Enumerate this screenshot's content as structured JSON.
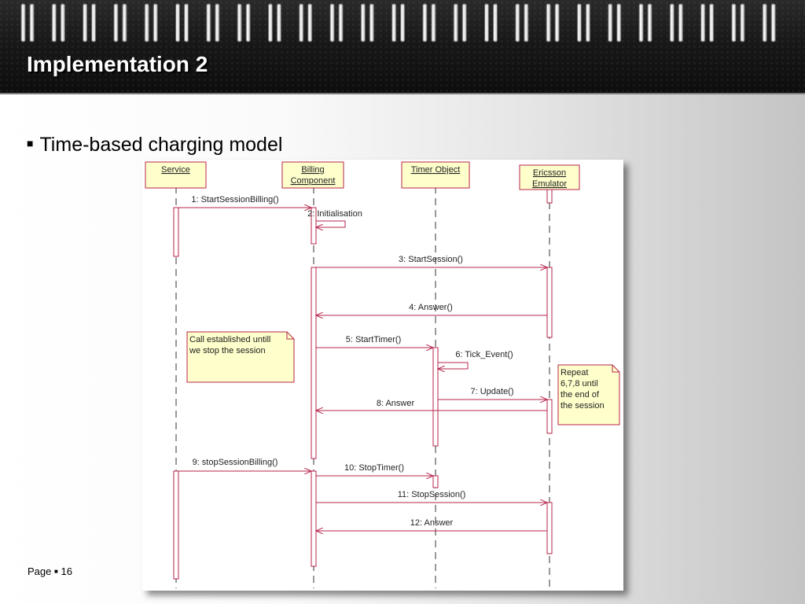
{
  "slide": {
    "title": "Implementation 2",
    "bullet": "Time-based charging model",
    "page_label": "Page",
    "page_number": "16"
  },
  "colors": {
    "lifeline": "#b7264a",
    "note_fill": "#ffffcc",
    "lifeline_box_fill": "#ffffcc"
  },
  "diagram": {
    "participants": [
      {
        "line1": "Service",
        "line2": ""
      },
      {
        "line1": "Billing",
        "line2": "Component"
      },
      {
        "line1": "Timer Object",
        "line2": ""
      },
      {
        "line1": "Ericsson",
        "line2": "Emulator"
      }
    ],
    "messages": [
      "1: StartSessionBilling()",
      "2: Initialisation",
      "3: StartSession()",
      "4: Answer()",
      "5: StartTimer()",
      "6: Tick_Event()",
      "7: Update()",
      "8: Answer",
      "9: stopSessionBilling()",
      "10: StopTimer()",
      "11: StopSession()",
      "12: Answer"
    ],
    "notes": [
      {
        "lines": [
          "Call established untill",
          "we stop the session"
        ]
      },
      {
        "lines": [
          "Repeat",
          "6,7,8 until",
          "the end of",
          "the session"
        ]
      }
    ]
  }
}
